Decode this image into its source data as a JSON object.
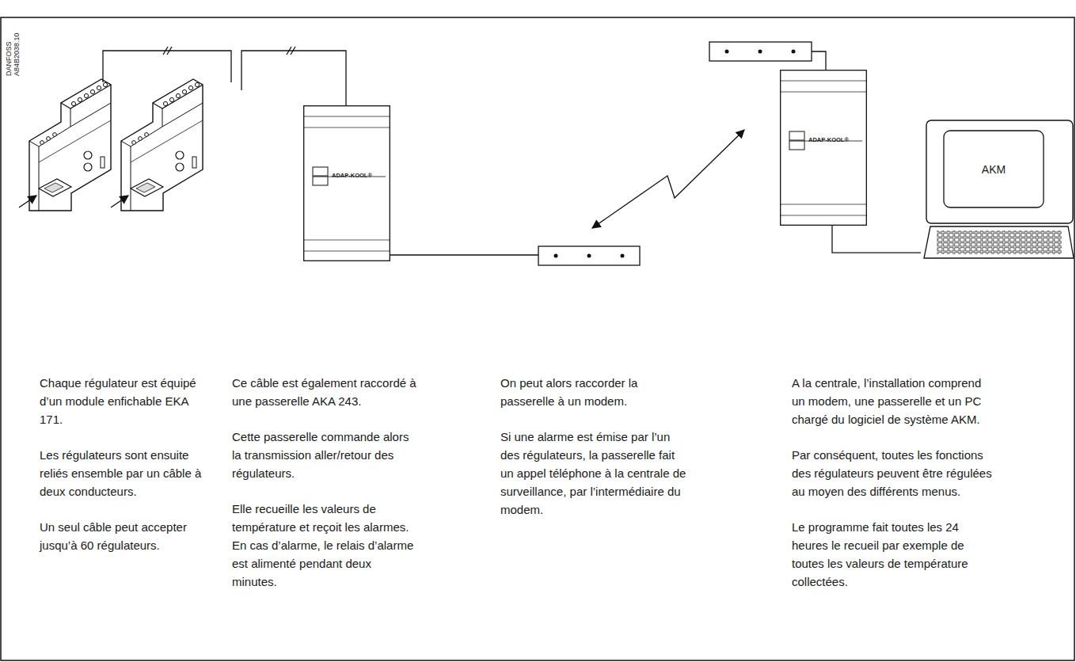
{
  "diagram": {
    "nodes": [
      {
        "text": [
          "ADAP-KOOL®"
        ]
      },
      {
        "text": [
          "ADAP-KOOL®"
        ]
      },
      {
        "text": [
          "AKM"
        ]
      }
    ],
    "edges": [
      {
        "from": 1,
        "to": 2,
        "arrow": "none"
      }
    ],
    "labels": [
      "DANFOSS A84B2038.10",
      "Chaque régulateur est équipé d’un module enfichable EKA 171.",
      "Les régulateurs sont ensuite reliés ensemble par un câble à deux conducteurs.",
      "Un seul câble peut accepter jusqu’à 60 régulateurs.",
      "Ce câble est également raccordé à une passerelle AKA 243.",
      "Cette passerelle commande alors la transmission aller/retour des régulateurs.",
      "Elle recueille les valeurs de température et reçoit les alarmes. En cas d’alarme, le relais d’alarme est alimenté pendant deux minutes.",
      "On peut alors raccorder la passerelle à un modem.",
      "Si une alarme est émise par l’un des régulateurs, la passerelle fait un appel téléphone à la centrale de surveillance, par l’intermédiaire du modem.",
      "A la centrale, l’installation comprend un modem, une passerelle et un PC chargé du logiciel de système AKM.",
      "Par conséquent, toutes les fonctions des régulateurs peuvent être régulées au moyen des différents menus.",
      "Le programme fait toutes les 24 heures le recueil par exemple de toutes les valeurs de température collectées."
    ]
  }
}
